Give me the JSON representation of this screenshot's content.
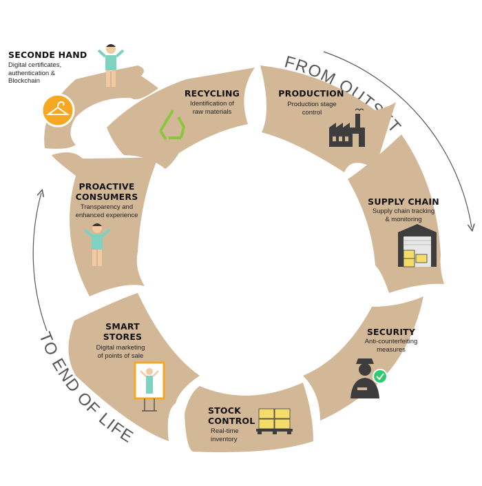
{
  "arcs": {
    "from_outset": "FROM OUTSET",
    "to_end_of_life": "TO END OF LIFE"
  },
  "stages": {
    "production": {
      "title": "PRODUCTION",
      "desc_lines": [
        "Production stage",
        "control"
      ],
      "icon": "factory-icon"
    },
    "supply_chain": {
      "title": "SUPPLY CHAIN",
      "desc_lines": [
        "Supply chain tracking",
        "& monitoring"
      ],
      "icon": "warehouse-icon"
    },
    "security": {
      "title": "SECURITY",
      "desc_lines": [
        "Anti-counterfeiting",
        "measures"
      ],
      "icon": "security-guard-icon"
    },
    "stock_control": {
      "title_lines": [
        "STOCK",
        "CONTROL"
      ],
      "desc_lines": [
        "Real-time",
        "inventory"
      ],
      "icon": "pallet-boxes-icon"
    },
    "smart_stores": {
      "title_lines": [
        "SMART",
        "STORES"
      ],
      "desc_lines": [
        "Digital marketing",
        "of points of sale"
      ],
      "icon": "digital-signage-icon"
    },
    "proactive_consumers": {
      "title_lines": [
        "PROACTIVE",
        "CONSUMERS"
      ],
      "desc_lines": [
        "Transparency and",
        "enhanced experience"
      ],
      "icon": "consumer-person-icon"
    },
    "recycling": {
      "title": "RECYCLING",
      "desc_lines": [
        "Identification of",
        "raw materials"
      ],
      "icon": "recycle-icon"
    },
    "seconde_hand": {
      "title": "SECONDE HAND",
      "desc_lines": [
        "Digital certificates,",
        "authentication &",
        "Blockchain"
      ],
      "icon": "hanger-icon"
    }
  },
  "colors": {
    "segment": "#D3B898",
    "arrow": "#555555",
    "arc_text": "#555555",
    "recycle": "#8CC63F",
    "hanger_circle": "#F7A823",
    "person_body": "#7ED3C0",
    "person_skin": "#F2C9A0",
    "box": "#F4DC6B",
    "dark": "#3D3D3D",
    "check": "#2ECC71"
  }
}
